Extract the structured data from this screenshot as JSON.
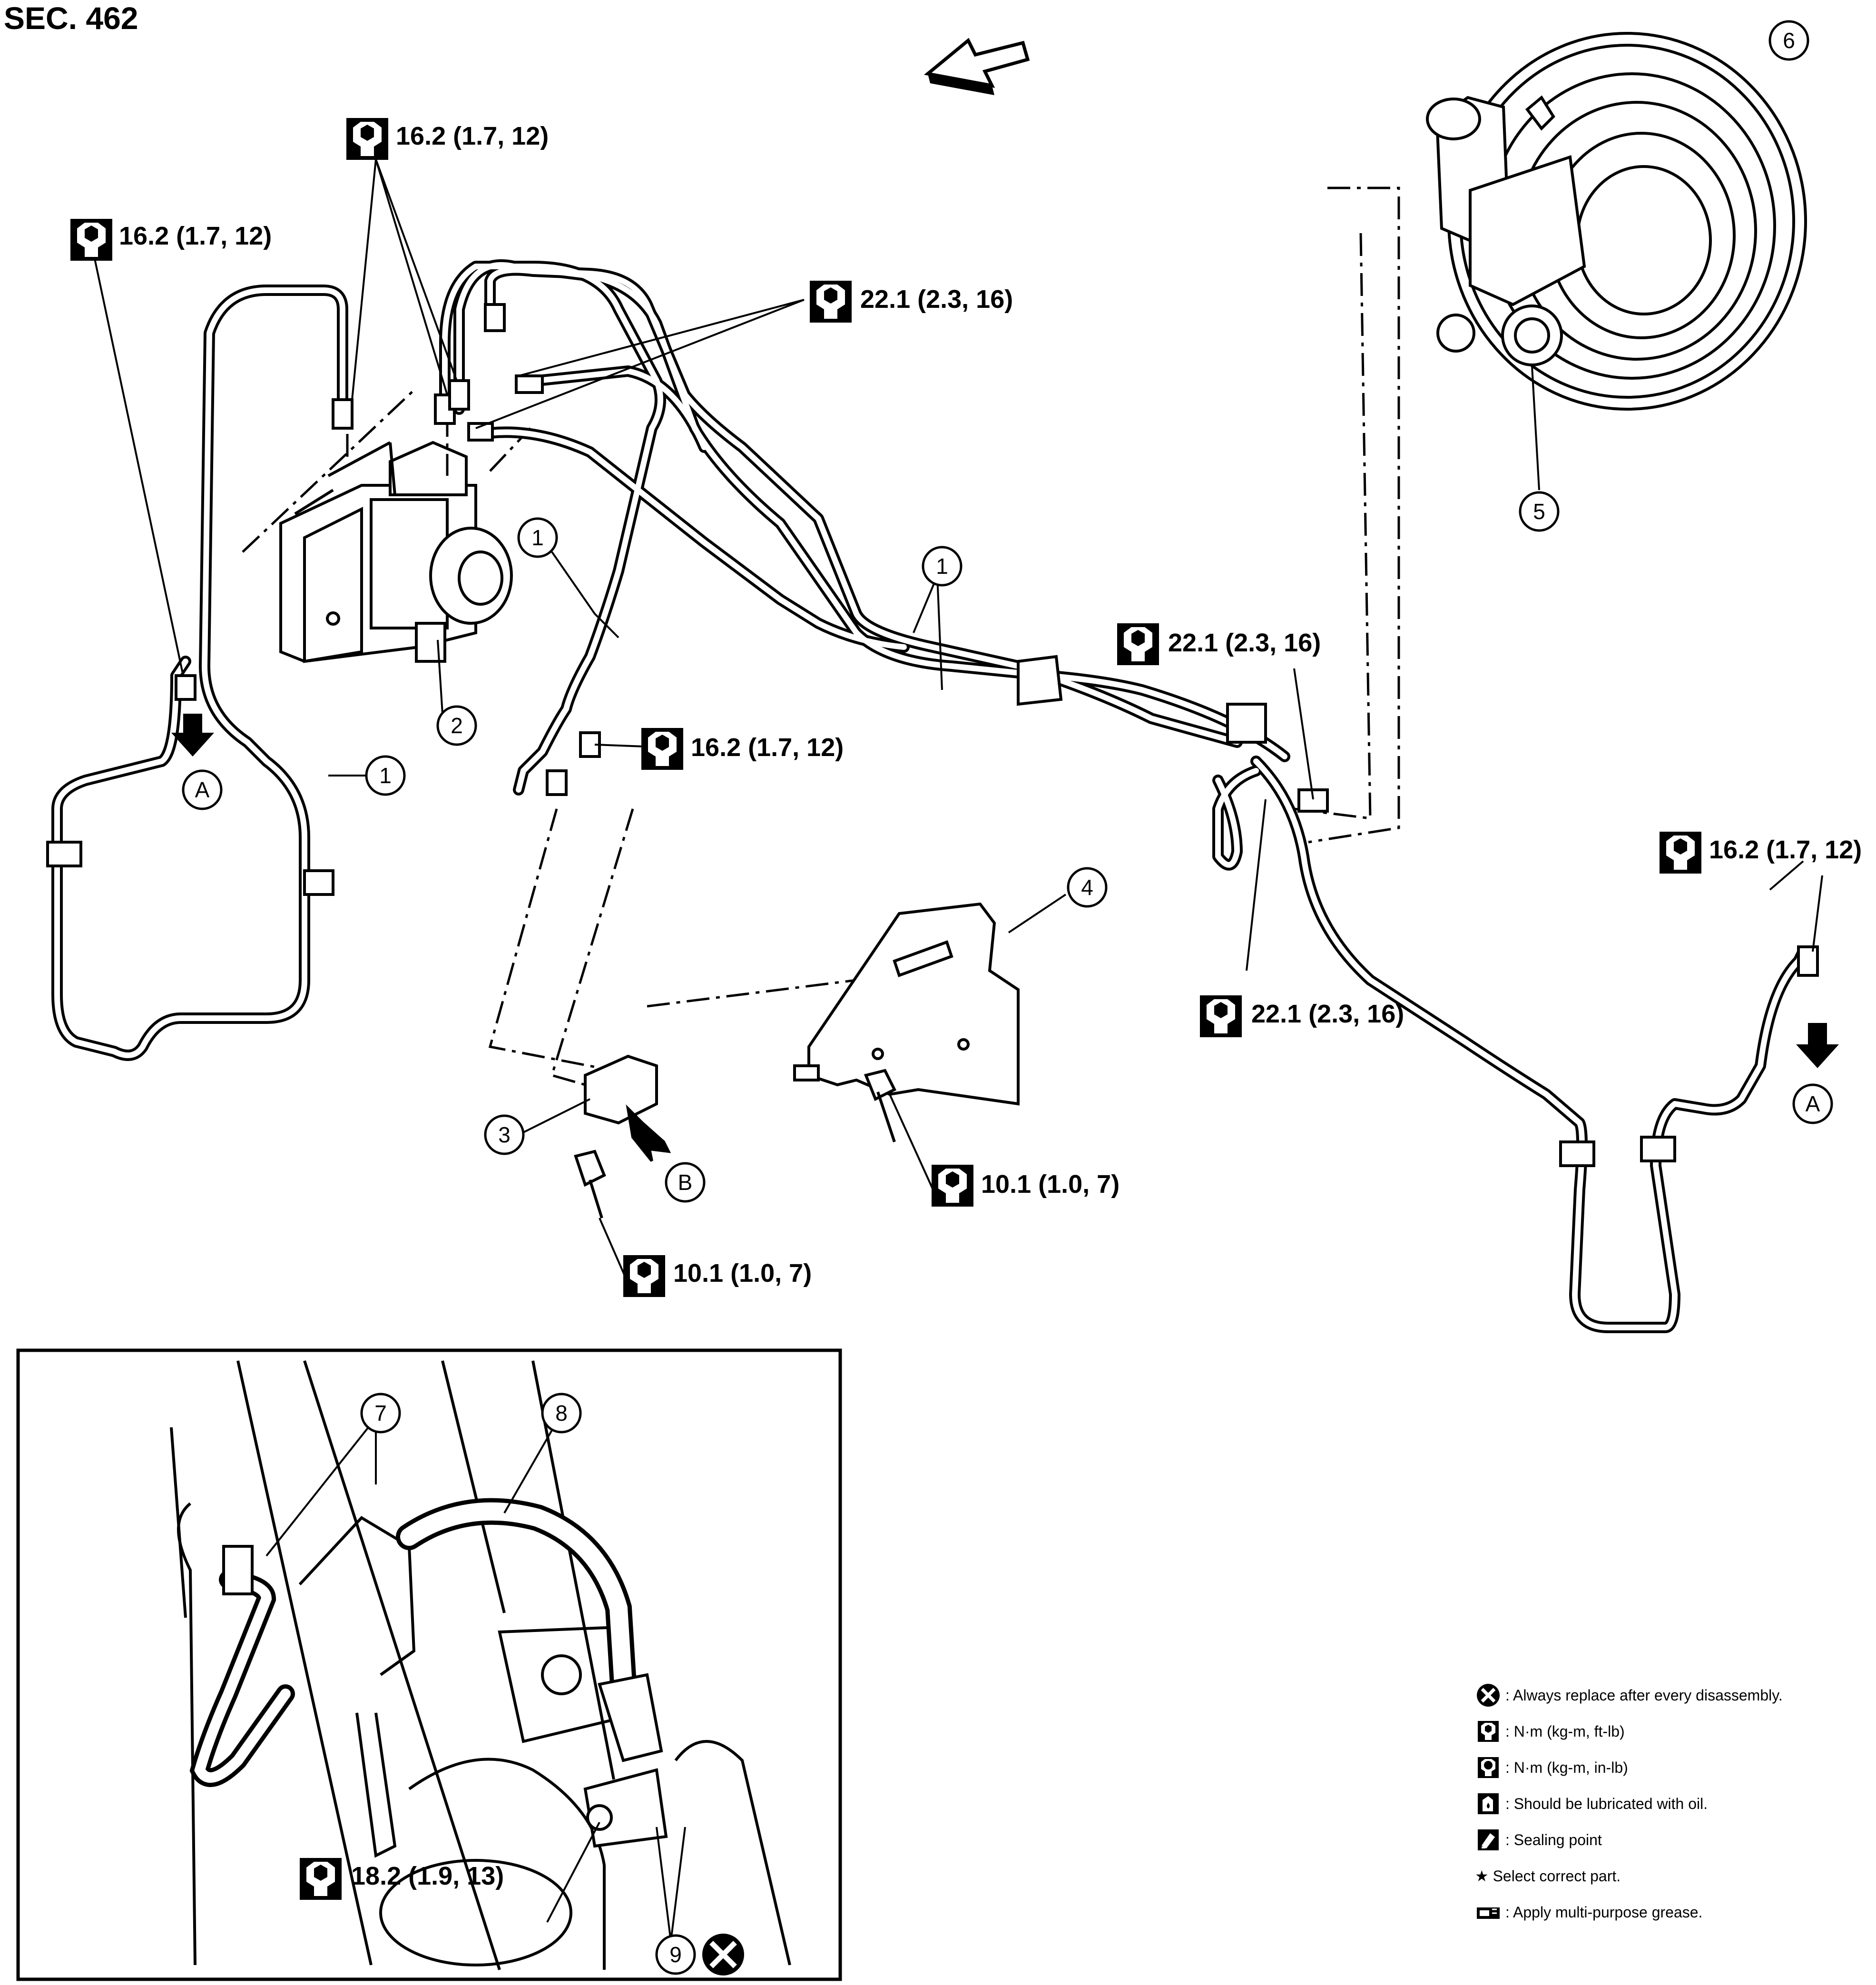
{
  "section_label": "SEC. 462",
  "callouts": {
    "n1": "1",
    "n2": "2",
    "n3": "3",
    "n4": "4",
    "n5": "5",
    "n6": "6",
    "n7": "7",
    "n8": "8",
    "n9": "9",
    "a": "A",
    "b": "B"
  },
  "torque_labels": {
    "t_162": "16.2 (1.7, 12)",
    "t_221": "22.1 (2.3, 16)",
    "t_101": "10.1 (1.0, 7)",
    "t_182": "18.2 (1.9, 13)"
  },
  "legend": [
    {
      "icon": "replace-x-icon",
      "text": ": Always replace after every disassembly."
    },
    {
      "icon": "torque-nm-ftlb-icon",
      "text": ": N·m (kg-m, ft-lb)"
    },
    {
      "icon": "torque-nm-inlb-icon",
      "text": ": N·m (kg-m, in-lb)"
    },
    {
      "icon": "oil-lubricate-icon",
      "text": ": Should be lubricated with oil."
    },
    {
      "icon": "sealing-point-icon",
      "text": ": Sealing point"
    },
    {
      "icon": "star-icon",
      "text": "★ Select correct part."
    },
    {
      "icon": "grease-icon",
      "text": ": Apply multi-purpose grease."
    }
  ]
}
